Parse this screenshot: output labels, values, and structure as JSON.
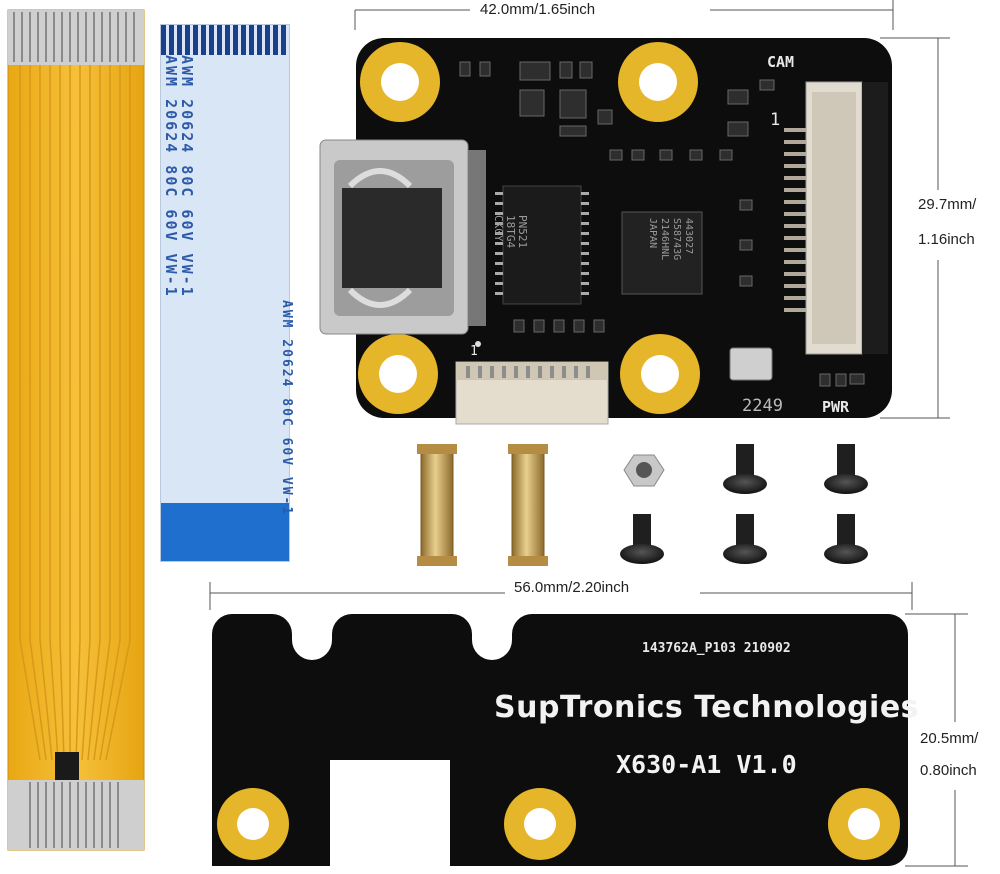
{
  "dimensions": {
    "top_width": "42.0mm/1.65inch",
    "top_height_mm": "29.7mm/",
    "top_height_in": "1.16inch",
    "bottom_width": "56.0mm/2.20inch",
    "bottom_height_mm": "20.5mm/",
    "bottom_height_in": "0.80inch"
  },
  "top_board": {
    "cam_label": "CAM",
    "pin1_label": "1",
    "pin1_label_b": "1",
    "pwr_label": "PWR",
    "date_code": "2249",
    "bridge_chip": [
      "443027",
      "S58743G",
      "2146HNL",
      "JAPAN"
    ],
    "buffer_chip": [
      "PN521",
      "18TG4",
      "CK0Y"
    ]
  },
  "bottom_board": {
    "part_code": "143762A_P103  210902",
    "brand": "SupTronics Technologies",
    "model": "X630-A1 V1.0"
  },
  "ribbon_cable": {
    "print_lines": [
      "AWM  20624  80C  60V  VW-1",
      "AWM  20624  80C  60V  VW-1",
      "AWM  20624  80C  60V  VW-1"
    ]
  },
  "colors": {
    "pcb": "#0d0d0d",
    "gold": "#e5b52a",
    "flex": "#f2b21f",
    "ribbon": "#d6e4f5",
    "brass": "#c9a25a"
  }
}
